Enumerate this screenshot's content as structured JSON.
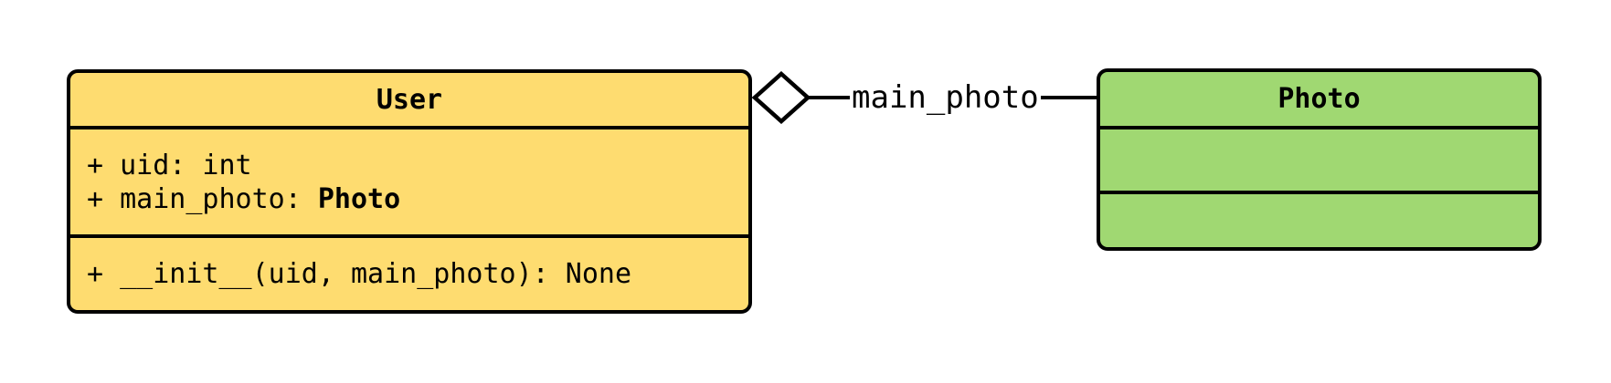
{
  "diagram_type": "uml-class-diagram",
  "user_class": {
    "title": "User",
    "fill_color": "#FEDC70",
    "attributes": {
      "uid": "+ uid: int",
      "main_photo_prefix": "+ main_photo: ",
      "main_photo_type": "Photo"
    },
    "methods": {
      "init": "+ __init__(uid, main_photo): None"
    }
  },
  "photo_class": {
    "title": "Photo",
    "fill_color": "#A0D872",
    "attributes": [],
    "methods": []
  },
  "relationship": {
    "type": "aggregation",
    "diamond_style": "hollow",
    "diamond_at": "User",
    "owner": "User",
    "target": "Photo",
    "label": "main_photo"
  },
  "colors": {
    "stroke": "#000000",
    "background": "#FFFFFF"
  }
}
